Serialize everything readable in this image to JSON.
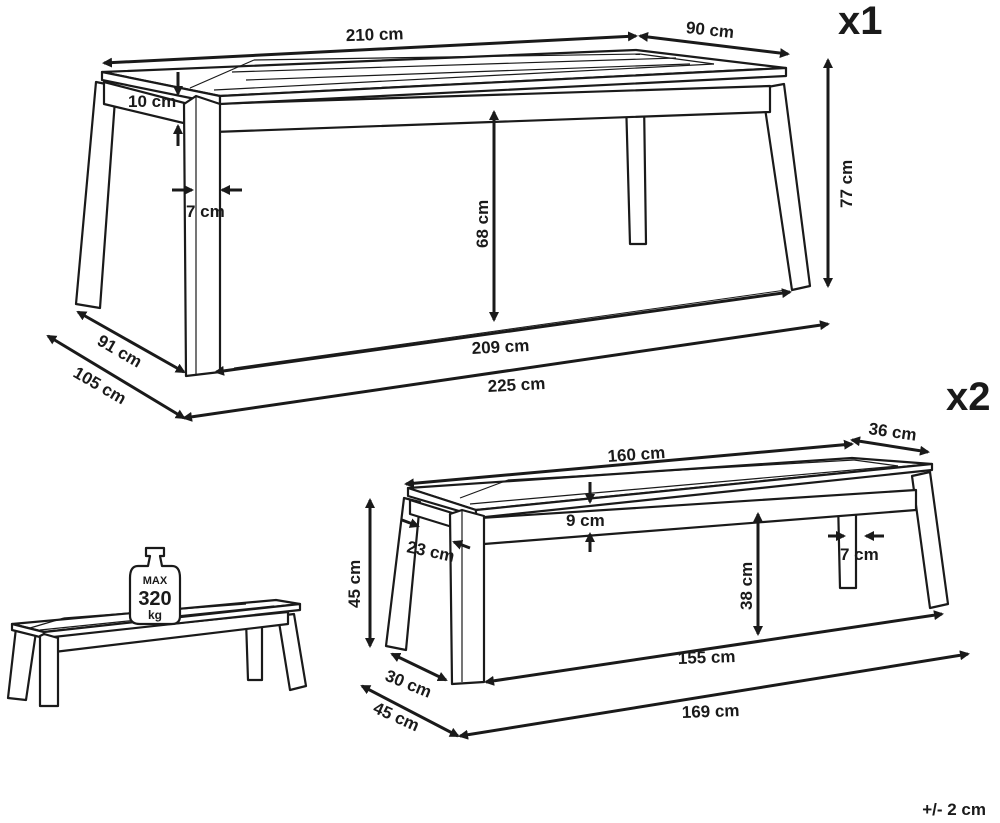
{
  "table": {
    "quantity": "x1",
    "dims": {
      "length_top": "210 cm",
      "depth_top": "90 cm",
      "height": "77 cm",
      "apron": "10 cm",
      "leg": "7 cm",
      "clearance": "68 cm",
      "leg_depth": "91 cm",
      "foot_depth": "105 cm",
      "leg_span": "209 cm",
      "foot_span": "225 cm"
    }
  },
  "bench": {
    "quantity": "x2",
    "dims": {
      "length_top": "160 cm",
      "depth_top": "36 cm",
      "height": "45 cm",
      "apron": "9 cm",
      "leg_side": "23 cm",
      "leg": "7 cm",
      "clearance": "38 cm",
      "leg_depth": "30 cm",
      "foot_depth": "45 cm",
      "leg_span": "155 cm",
      "foot_span": "169 cm"
    }
  },
  "load_badge": {
    "line1": "MAX",
    "line2": "320",
    "line3": "kg"
  },
  "tolerance": "+/- 2 cm",
  "colors": {
    "ink": "#1a1a1a",
    "background": "#ffffff"
  }
}
